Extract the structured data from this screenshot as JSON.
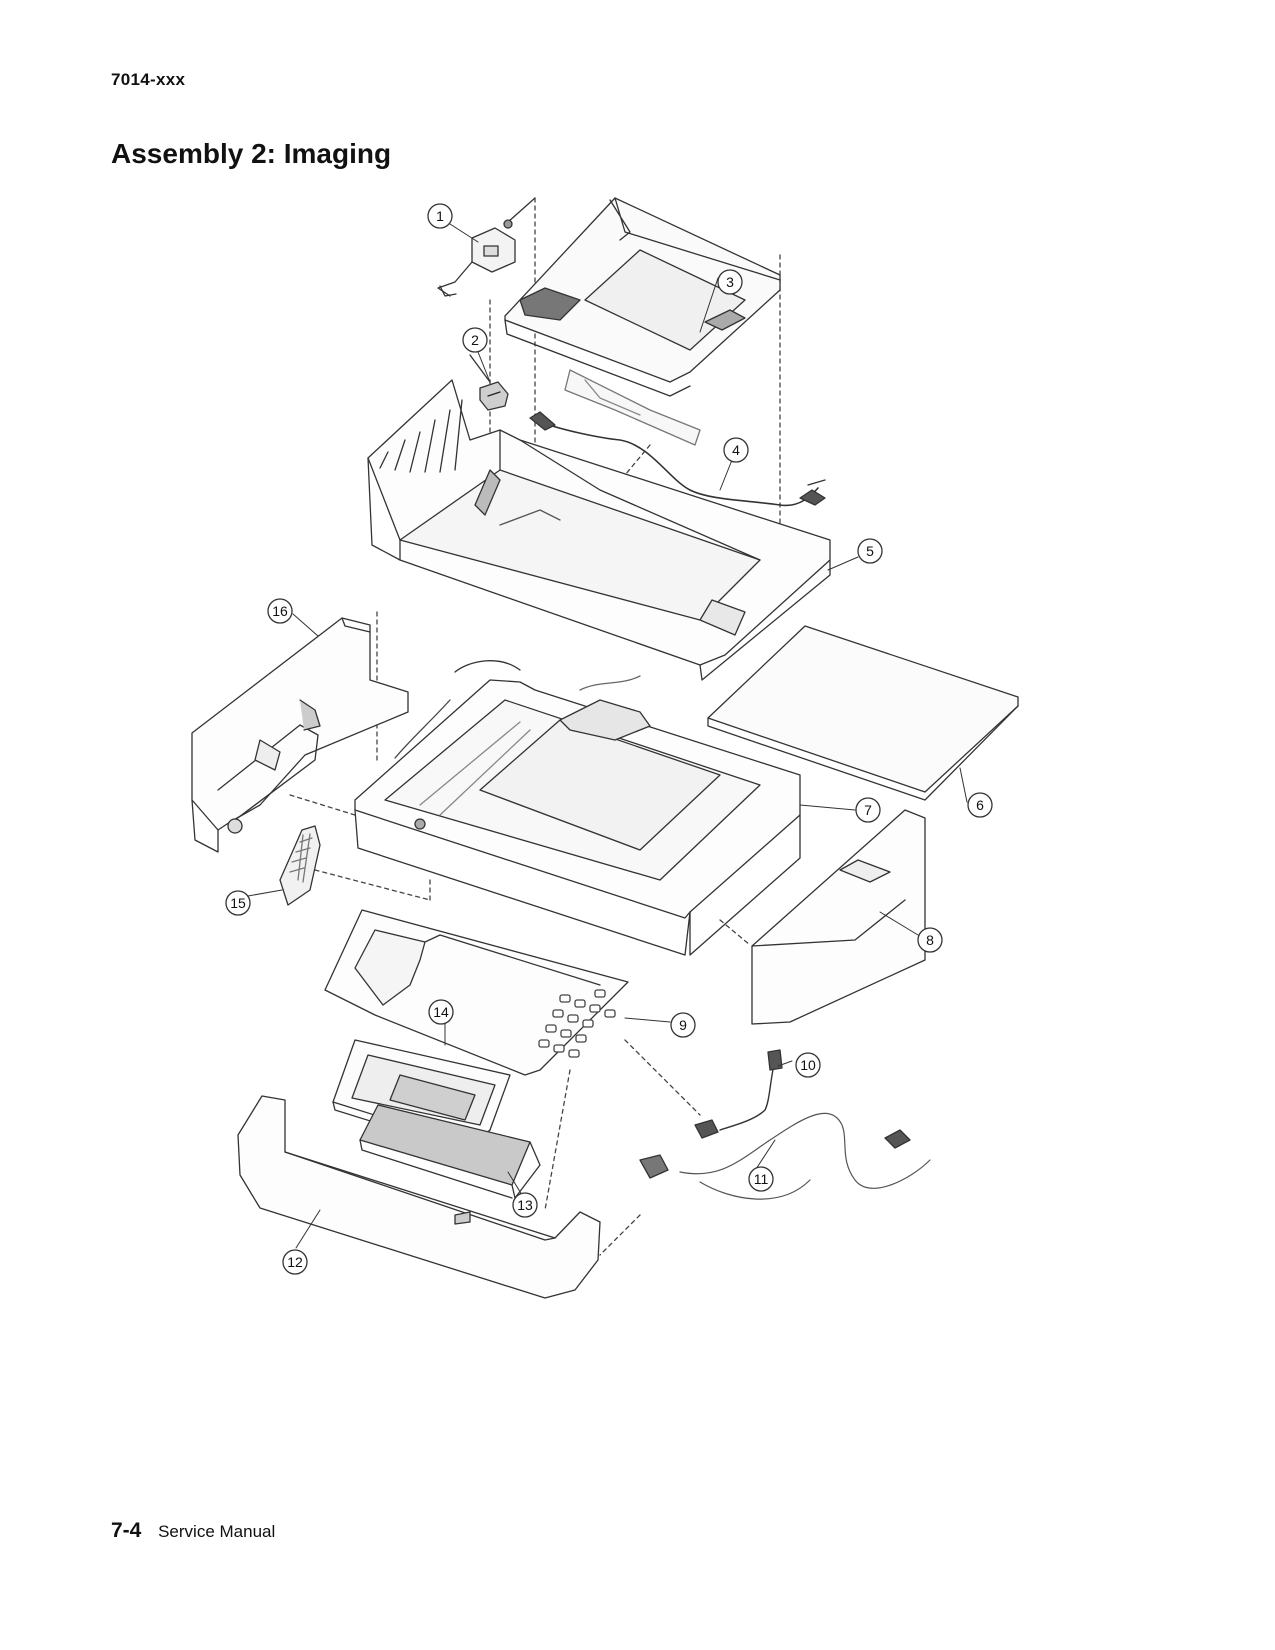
{
  "document": {
    "header_code": "7014-xxx",
    "title": "Assembly 2:  Imaging",
    "footer_page": "7-4",
    "footer_label": "Service Manual"
  },
  "callouts": [
    "1",
    "2",
    "3",
    "4",
    "5",
    "6",
    "7",
    "8",
    "9",
    "10",
    "11",
    "12",
    "13",
    "14",
    "15",
    "16"
  ]
}
